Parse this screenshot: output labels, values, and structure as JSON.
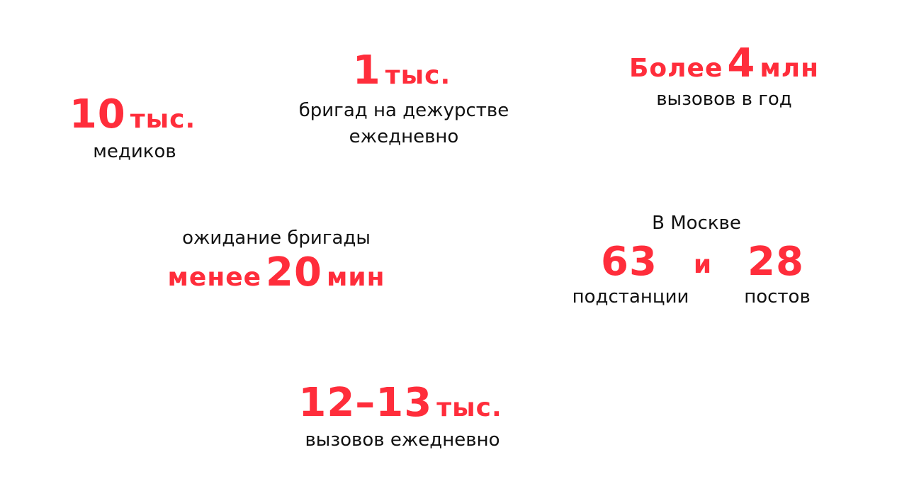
{
  "accent_color": "#ff2d3b",
  "stats": [
    {
      "number": "10",
      "unit": "тыс.",
      "caption": [
        "медиков"
      ]
    },
    {
      "number": "1",
      "unit": "тыс.",
      "caption": [
        "бригад на дежурстве",
        "ежедневно"
      ]
    },
    {
      "prefix": "Более",
      "number": "4",
      "unit": "млн",
      "caption": [
        "вызовов в год"
      ]
    },
    {
      "caption_top": "ожидание бригады",
      "prefix": "менее",
      "number": "20",
      "unit": "мин"
    },
    {
      "number": "12–13",
      "unit": "тыс.",
      "caption": [
        "вызовов ежедневно"
      ]
    }
  ],
  "moscow": {
    "title": "В Москве",
    "substations": "63",
    "conjunction": "и",
    "posts": "28",
    "substations_label": "подстанции",
    "posts_label": "постов"
  }
}
